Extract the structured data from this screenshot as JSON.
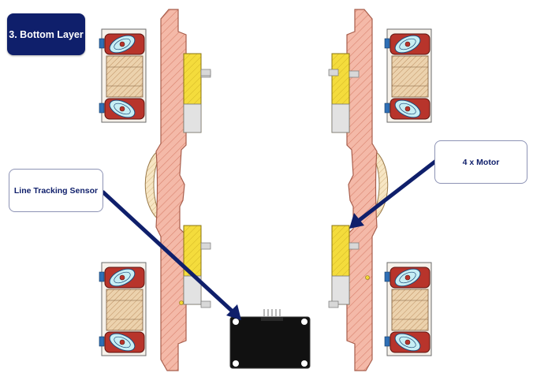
{
  "badge": {
    "title": "3. Bottom Layer"
  },
  "callouts": {
    "sensor": "Line Tracking Sensor",
    "motor": "4 x Motor"
  },
  "colors": {
    "navy": "#0f1f6b",
    "chassis": "#f2b3a3",
    "chassis_stroke": "#c47b6a",
    "motor_yellow": "#f2d634",
    "wheel_hub": "#c0392b",
    "wheel_roller": "#bfe9f0",
    "wheel_core": "#e8cfa8",
    "sensor_board": "#111111"
  },
  "icons": [
    "chassis-plate-left",
    "chassis-plate-right",
    "mecanum-wheel",
    "motor",
    "line-tracking-sensor"
  ]
}
